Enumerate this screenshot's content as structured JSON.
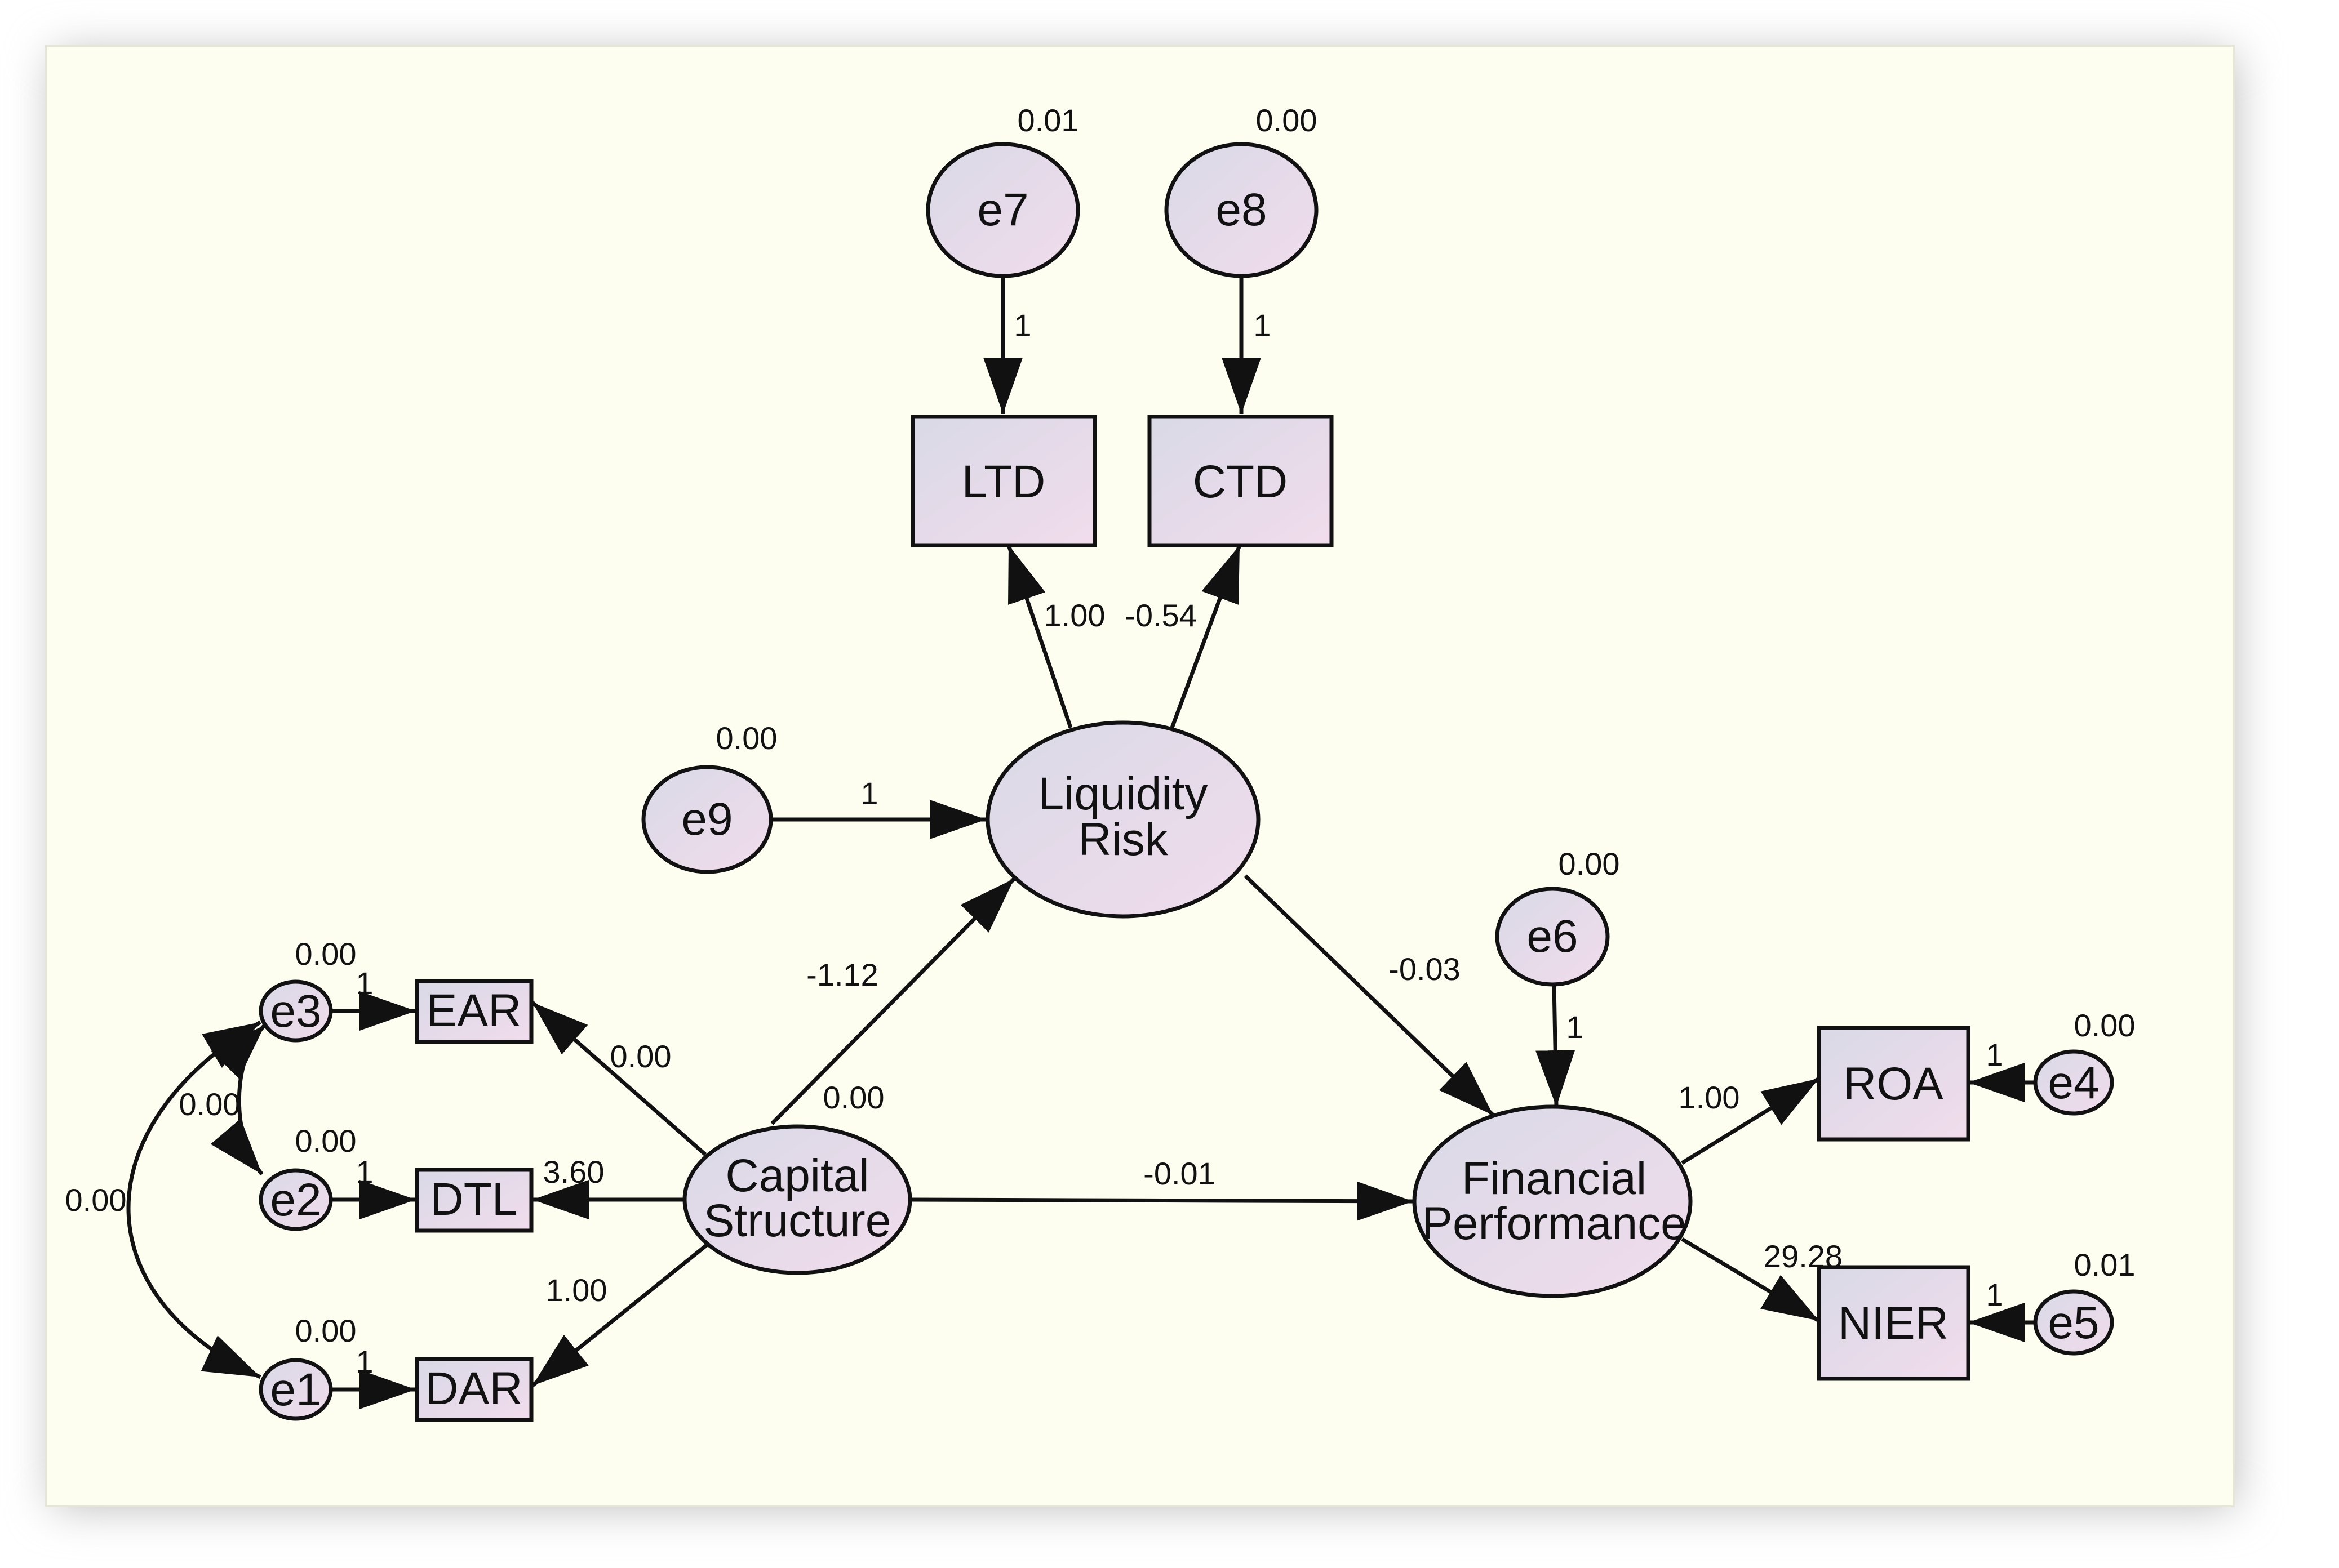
{
  "colors": {
    "background": "#fdfdf0",
    "node_fill_start": "#dcdce8",
    "node_fill_end": "#f0dcec",
    "stroke": "#111111"
  },
  "nodes": {
    "e7": {
      "label": "e7",
      "variance": "0.01"
    },
    "e8": {
      "label": "e8",
      "variance": "0.00"
    },
    "ltd": {
      "label": "LTD"
    },
    "ctd": {
      "label": "CTD"
    },
    "e9": {
      "label": "e9",
      "variance": "0.00"
    },
    "liquidity_risk": {
      "line1": "Liquidity",
      "line2": "Risk"
    },
    "e6": {
      "label": "e6",
      "variance": "0.00"
    },
    "capital_structure": {
      "line1": "Capital",
      "line2": "Structure",
      "variance": "0.00"
    },
    "financial_performance": {
      "line1": "Financial",
      "line2": "Performance"
    },
    "e3": {
      "label": "e3",
      "variance": "0.00"
    },
    "e2": {
      "label": "e2",
      "variance": "0.00"
    },
    "e1": {
      "label": "e1",
      "variance": "0.00"
    },
    "ear": {
      "label": "EAR"
    },
    "dtl": {
      "label": "DTL"
    },
    "dar": {
      "label": "DAR"
    },
    "roa": {
      "label": "ROA"
    },
    "nier": {
      "label": "NIER"
    },
    "e4": {
      "label": "e4",
      "variance": "0.00"
    },
    "e5": {
      "label": "e5",
      "variance": "0.01"
    }
  },
  "edges": {
    "e7_ltd": "1",
    "e8_ctd": "1",
    "lr_ltd": "1.00",
    "lr_ctd": "-0.54",
    "e9_lr": "1",
    "cs_lr": "-1.12",
    "lr_fp": "-0.03",
    "e6_fp": "1",
    "cs_fp": "-0.01",
    "cs_ear": "0.00",
    "cs_dtl": "3.60",
    "cs_dar": "1.00",
    "e3_ear": "1",
    "e2_dtl": "1",
    "e1_dar": "1",
    "fp_roa": "1.00",
    "fp_nier": "29.28",
    "e4_roa": "1",
    "e5_nier": "1",
    "cov_e3_e2": "0.00",
    "cov_e3_e1": "0.00"
  }
}
